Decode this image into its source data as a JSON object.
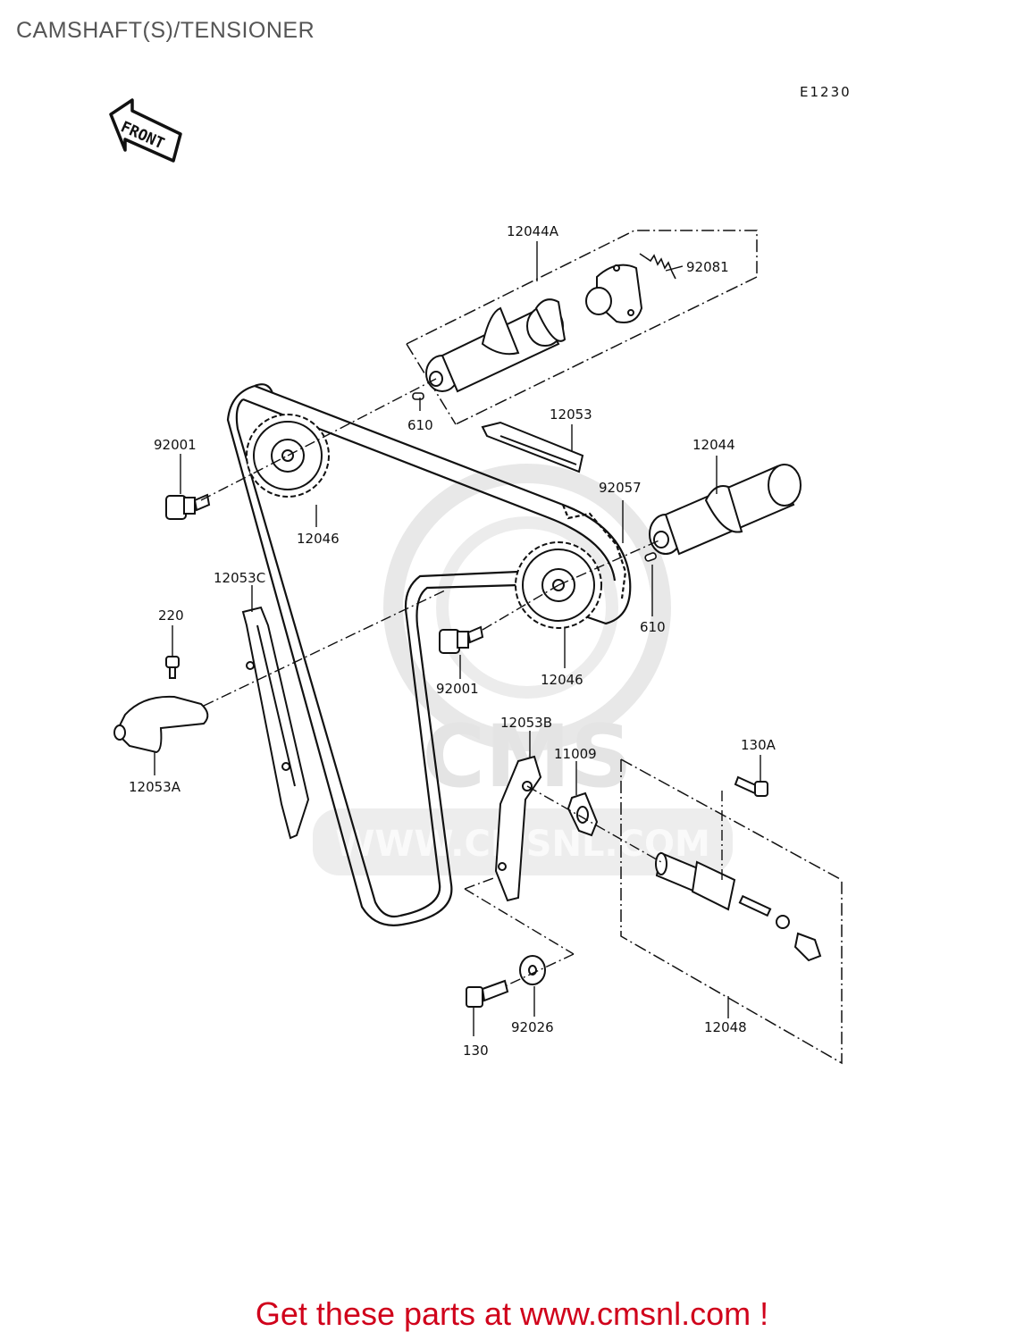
{
  "page": {
    "title": "CAMSHAFT(S)/TENSIONER",
    "diagram_code": "E1230",
    "front_arrow_label": "FRONT",
    "footer_cta": "Get these parts at www.cmsnl.com !"
  },
  "watermark": {
    "logo_text": "CMS",
    "url_text": "WWW.CMSNL.COM"
  },
  "part_labels": {
    "p12044A": "12044A",
    "p92081": "92081",
    "p610_top": "610",
    "p12053": "12053",
    "p12044": "12044",
    "p92001_top": "92001",
    "p12046_top": "12046",
    "p92057": "92057",
    "p610_right": "610",
    "p12053C": "12053C",
    "p220": "220",
    "p92001_mid": "92001",
    "p12046_mid": "12046",
    "p12053A": "12053A",
    "p12053B": "12053B",
    "p11009": "11009",
    "p130A": "130A",
    "p130": "130",
    "p92026": "92026",
    "p12048": "12048"
  },
  "colors": {
    "line": "#111111",
    "watermark": "#e6e6e6",
    "cta": "#d0021b",
    "title": "#555555"
  }
}
